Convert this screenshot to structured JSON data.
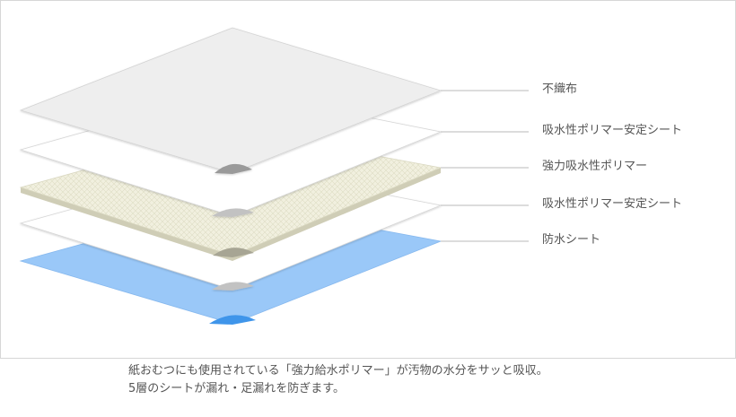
{
  "layers": [
    {
      "label": "不織布",
      "color": "#eeeeee"
    },
    {
      "label": "吸水性ポリマー安定シート",
      "color": "#ffffff"
    },
    {
      "label": "強力吸水性ポリマー",
      "color": "#f1f0df"
    },
    {
      "label": "吸水性ポリマー安定シート",
      "color": "#ffffff"
    },
    {
      "label": "防水シート",
      "color": "#9ac8f8"
    }
  ],
  "caption": {
    "line1": "紙おむつにも使用されている「強力給水ポリマー」が汚物の水分をサッと吸収。",
    "line2": "5層のシートが漏れ・足漏れを防ぎます。"
  }
}
